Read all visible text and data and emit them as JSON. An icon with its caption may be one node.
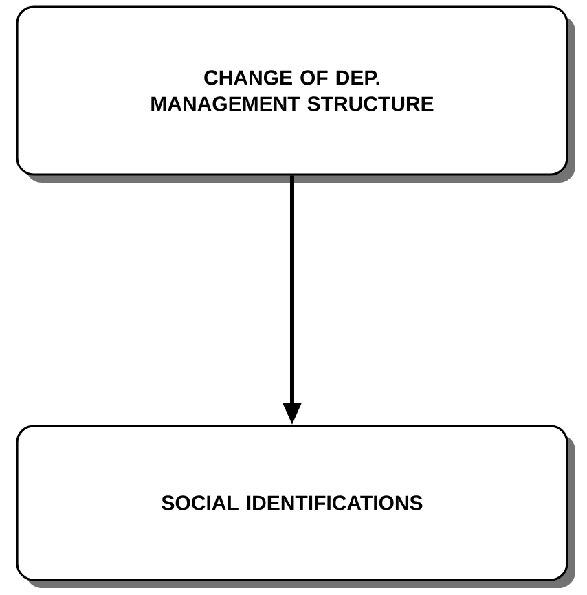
{
  "diagram": {
    "nodes": [
      {
        "text": [
          "CHANGE OF DEP. MANAGEMENT STRUCTURE"
        ]
      },
      {
        "text": [
          "SOCIAL IDENTIFICATIONS"
        ]
      }
    ],
    "edges": [
      {
        "from": 0,
        "to": 1,
        "arrow": "to"
      }
    ]
  }
}
